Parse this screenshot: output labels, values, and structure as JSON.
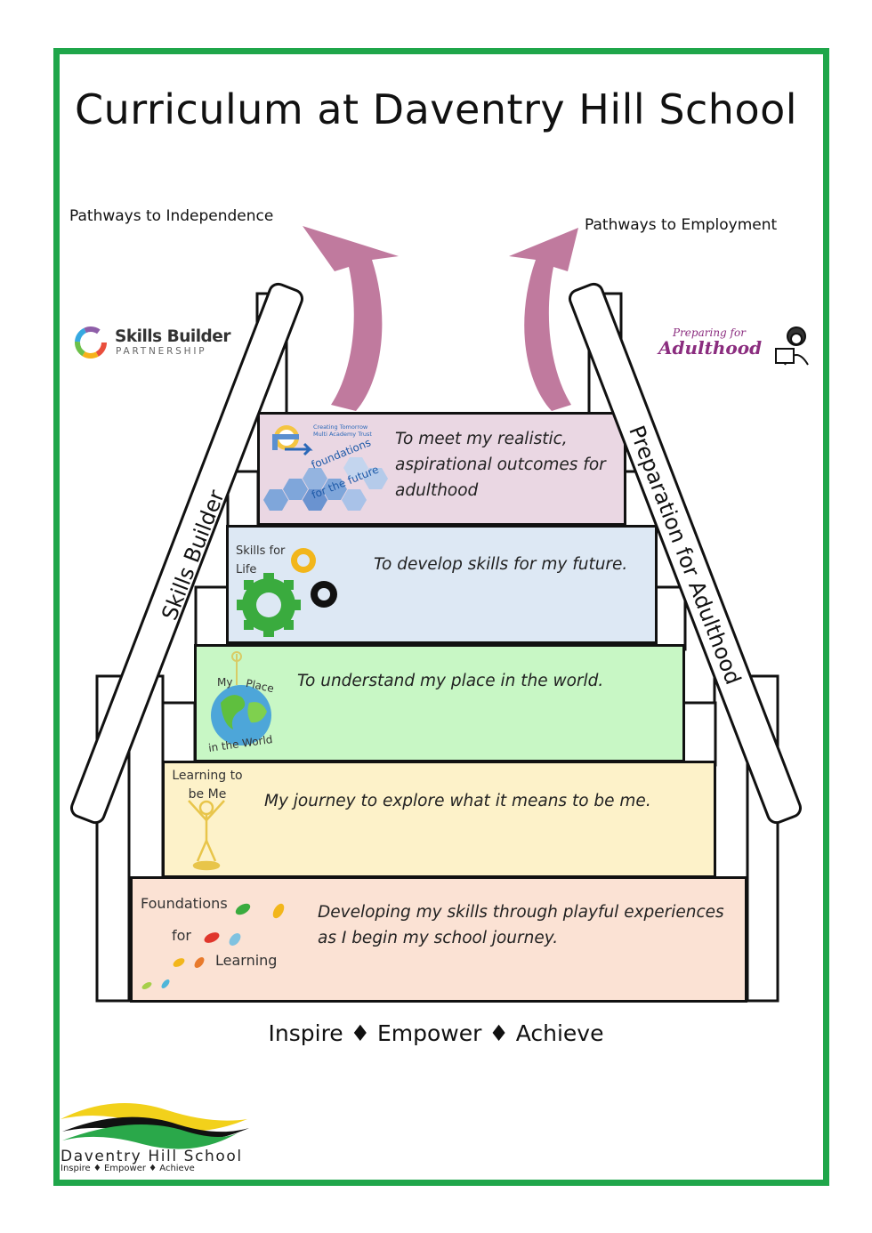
{
  "title": "Curriculum at Daventry Hill School",
  "pathways": {
    "left": "Pathways to Independence",
    "right": "Pathways to Employment"
  },
  "rails": {
    "left": "Skills Builder",
    "right": "Preparation for Adulthood"
  },
  "logos": {
    "skills_builder": {
      "name": "Skills Builder",
      "sub": "PARTNERSHIP"
    },
    "preparing": {
      "small": "Preparing for",
      "big": "Adulthood"
    },
    "school": {
      "name": "Daventry Hill School",
      "motto": "Inspire ♦ Empower ♦ Achieve"
    }
  },
  "steps": [
    {
      "logo_lines": [
        "Creating Tomorrow",
        "Multi Academy Trust",
        "foundations",
        "for the future"
      ],
      "text": "To meet my realistic, aspirational outcomes for adulthood",
      "color": "#ead7e3"
    },
    {
      "logo_lines": [
        "Skills for",
        "Life"
      ],
      "text": "To develop skills for my future.",
      "color": "#dde8f4"
    },
    {
      "logo_lines": [
        "My",
        "Place",
        "in the World"
      ],
      "text": "To understand my place in the world.",
      "color": "#c8f7c5"
    },
    {
      "logo_lines": [
        "Learning to",
        "be Me"
      ],
      "text": "My journey to explore what it means to be me.",
      "color": "#fdf2c9"
    },
    {
      "logo_lines": [
        "Foundations",
        "for",
        "Learning"
      ],
      "text": "Developing my skills through playful experiences as I begin my school journey.",
      "color": "#fbe2d4"
    }
  ],
  "motto": "Inspire ♦ Empower ♦ Achieve",
  "colors": {
    "border": "#1fa64a",
    "arrow": "#c07a9e"
  }
}
